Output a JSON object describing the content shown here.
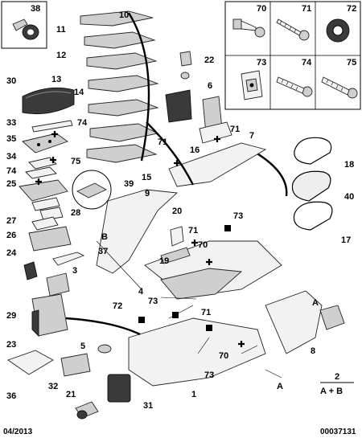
{
  "callouts": {
    "n1": "1",
    "n2": "2",
    "n3": "3",
    "n4": "4",
    "n5": "5",
    "n6": "6",
    "n7": "7",
    "n8": "8",
    "n9": "9",
    "n10": "10",
    "n11": "11",
    "n12": "12",
    "n13": "13",
    "n14": "14",
    "n15": "15",
    "n16": "16",
    "n17": "17",
    "n18": "18",
    "n19": "19",
    "n20": "20",
    "n21": "21",
    "n22": "22",
    "n23": "23",
    "n24": "24",
    "n25": "25",
    "n26": "26",
    "n27": "27",
    "n28": "28",
    "n29": "29",
    "n30": "30",
    "n31": "31",
    "n32": "32",
    "n33": "33",
    "n34": "34",
    "n35": "35",
    "n36": "36",
    "n37": "37",
    "n38": "38",
    "n39": "39",
    "n40": "40",
    "n70": "70",
    "n71": "71",
    "n72": "72",
    "n73": "73",
    "n74": "74",
    "n75": "75",
    "A": "A",
    "B": "B"
  },
  "fastener_legend": {
    "items": [
      "70",
      "71",
      "72",
      "73",
      "74",
      "75"
    ]
  },
  "top_left_box": "38",
  "legend_formula": {
    "top": "2",
    "bottom": "A + B"
  },
  "footer": {
    "date": "04/2013",
    "ref": "00037131"
  }
}
